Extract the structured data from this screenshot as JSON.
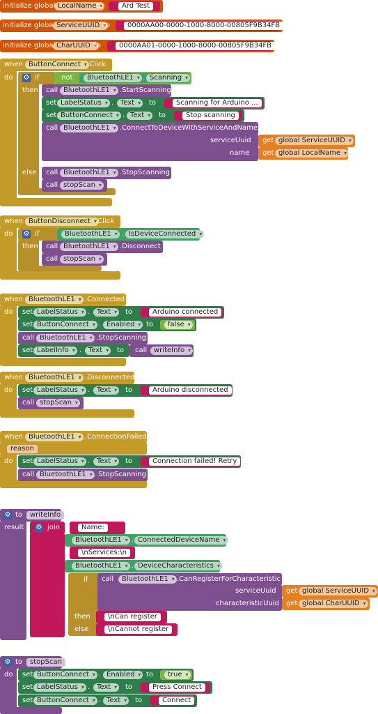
{
  "kw": {
    "initialize_global": "initialize global",
    "to": "to",
    "when": "when",
    "do": "do",
    "if": "if",
    "then": "then",
    "else": "else",
    "call": "call",
    "set": "set",
    "get": "get",
    "not": "not",
    "join": "join",
    "result": "result",
    "dot": "."
  },
  "globals": [
    {
      "name": "LocalName",
      "value": "Ard Test"
    },
    {
      "name": "ServiceUUID",
      "value": "0000AA00-0000-1000-8000-00805F9B34FB"
    },
    {
      "name": "CharUUID",
      "value": "0000AA01-0000-1000-8000-00805F9B34FB"
    }
  ],
  "components": {
    "ble": "BluetoothLE1",
    "label_status": "LabelStatus",
    "label_info": "LabelInfo",
    "button_connect": "ButtonConnect",
    "button_disconnect": "ButtonDisconnect"
  },
  "props": {
    "scanning": "Scanning",
    "text": "Text",
    "enabled": "Enabled",
    "is_device_connected": "IsDeviceConnected",
    "connected_device_name": "ConnectedDeviceName",
    "device_characteristics": "DeviceCharacteristics"
  },
  "methods": {
    "start_scanning": ".StartScanning",
    "stop_scanning": ".StopScanning",
    "connect_service_name": ".ConnectToDeviceWithServiceAndName",
    "disconnect": ".Disconnect",
    "can_register": ".CanRegisterForCharacteristic"
  },
  "params": {
    "service_uuid": "serviceUuid",
    "name": "name",
    "characteristic_uuid": "characteristicUuid",
    "reason": "reason"
  },
  "gets": {
    "global_service_uuid": "global ServiceUUID",
    "global_local_name": "global LocalName",
    "global_char_uuid": "global CharUUID"
  },
  "events": {
    "click": ".Click",
    "connected": ".Connected",
    "disconnected": ".Disconnected",
    "connection_failed": ".ConnectionFailed"
  },
  "procs": {
    "write_info": "writeInfo",
    "stop_scan": "stopScan"
  },
  "strings": {
    "scanning_for": "Scanning for Arduino ...",
    "stop_scanning": "Stop scanning",
    "arduino_connected": "Arduino connected",
    "arduino_disconnected": "Arduino disconnected",
    "connection_failed": "Connection failed! Retry",
    "name_label": "Name: ",
    "services": "\\nServices:\\n",
    "can_register": "\\nCan register",
    "cannot_register": "\\nCannot register",
    "press_connect": "Press Connect",
    "connect": "Connect",
    "quote": "\""
  },
  "logic": {
    "false": "false",
    "true": "true"
  },
  "icons": {
    "gear": "gear-icon",
    "dropdown": "chevron-down-icon"
  },
  "colors": {
    "variable": "#d35400",
    "event": "#c49a28",
    "setter": "#2e7d4a",
    "getter": "#3fa163",
    "call": "#7d4f8e",
    "text": "#c2185b",
    "logic": "#7cb342",
    "mutator": "#3a5fa8"
  }
}
